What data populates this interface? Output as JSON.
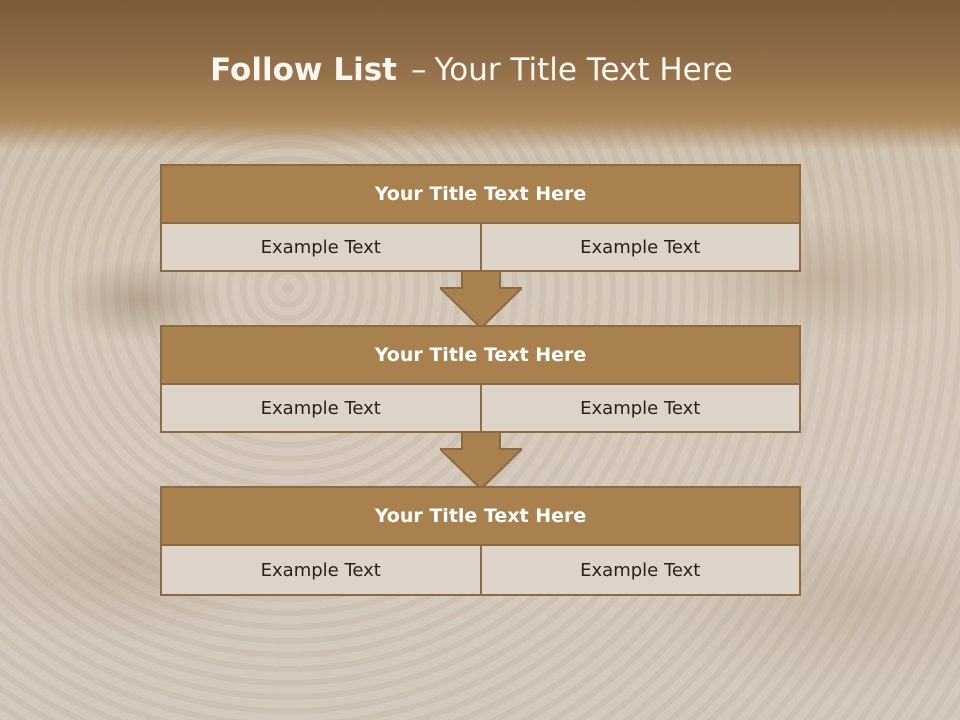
{
  "slide": {
    "title_bold": "Follow List",
    "title_sep": "–",
    "title_rest": "Your Title Text Here"
  },
  "blocks": [
    {
      "title": "Your Title Text Here",
      "cells": [
        "Example Text",
        "Example Text"
      ]
    },
    {
      "title": "Your Title Text Here",
      "cells": [
        "Example Text",
        "Example Text"
      ]
    },
    {
      "title": "Your Title Text Here",
      "cells": [
        "Example Text",
        "Example Text"
      ]
    }
  ],
  "colors": {
    "accent": "#a8814f",
    "border": "#8c6a43",
    "cell_bg": "#ddd3c8",
    "header": "#8f6b44"
  }
}
